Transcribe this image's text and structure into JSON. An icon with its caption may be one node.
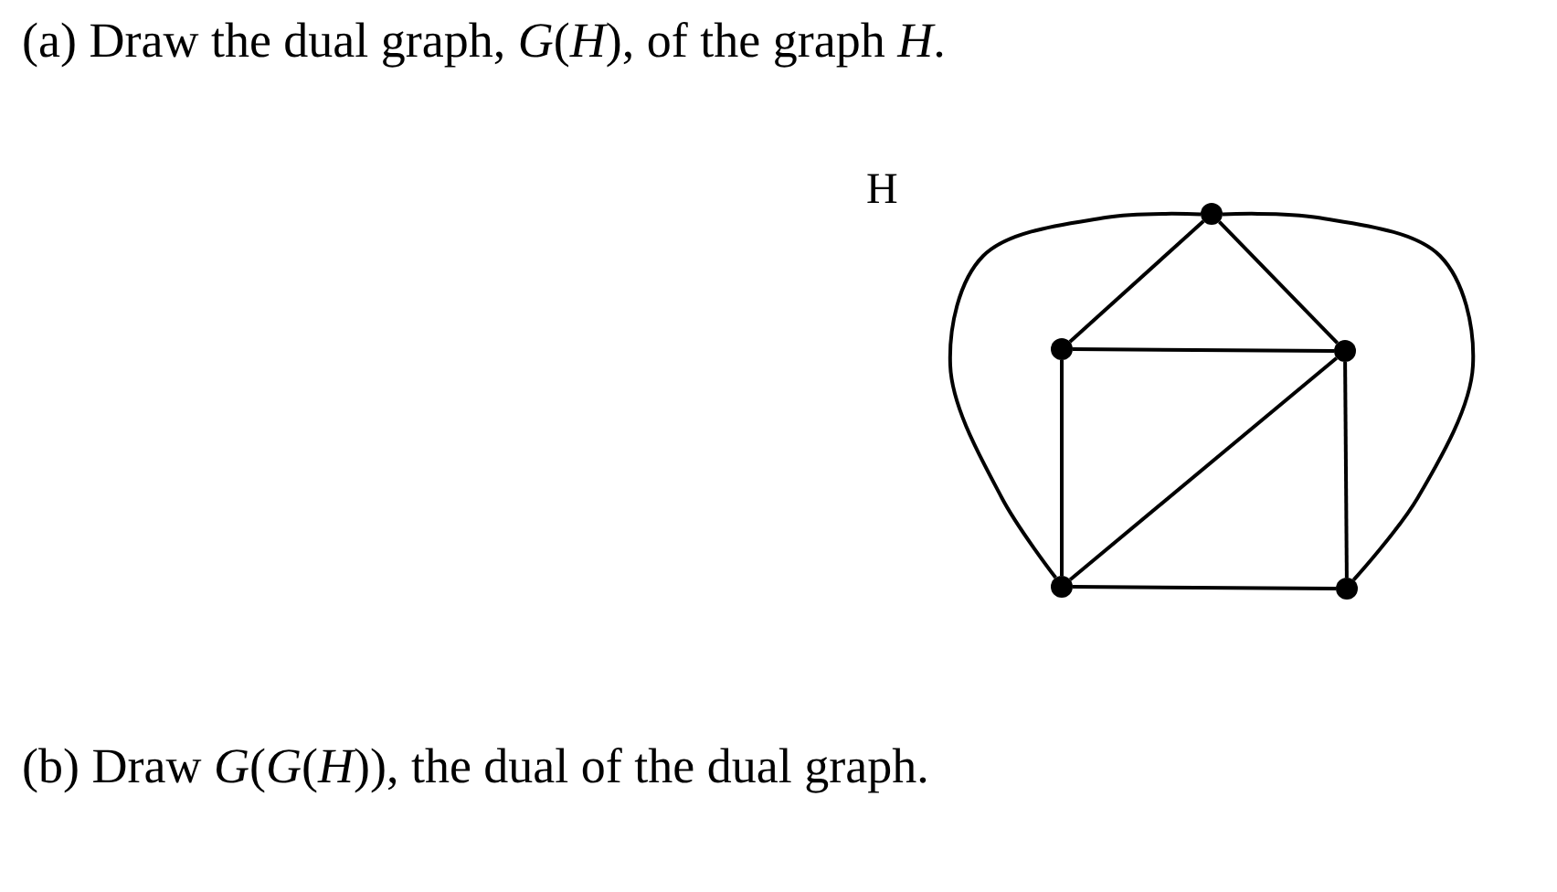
{
  "diagram": {
    "nodes": [
      {
        "text": [],
        "shape": "circle"
      },
      {
        "text": [],
        "shape": "circle"
      },
      {
        "text": [],
        "shape": "circle"
      },
      {
        "text": [],
        "shape": "circle"
      },
      {
        "text": [],
        "shape": "circle"
      }
    ],
    "edges": [
      {
        "from": 0,
        "to": 1,
        "arrow": "none"
      },
      {
        "from": 0,
        "to": 2,
        "arrow": "none"
      },
      {
        "from": 1,
        "to": 2,
        "arrow": "none"
      },
      {
        "from": 1,
        "to": 3,
        "arrow": "none"
      },
      {
        "from": 2,
        "to": 4,
        "arrow": "none"
      },
      {
        "from": 3,
        "to": 4,
        "arrow": "none"
      },
      {
        "from": 3,
        "to": 2,
        "arrow": "none"
      },
      {
        "from": 3,
        "to": 0,
        "arrow": "none"
      },
      {
        "from": 0,
        "to": 4,
        "arrow": "none"
      }
    ],
    "labels": [
      "(a) Draw the dual graph, *G*(*H*), of the graph *H*.",
      "H",
      "(b) Draw *G*(*G*(*H*)), the dual of the dual graph."
    ]
  }
}
